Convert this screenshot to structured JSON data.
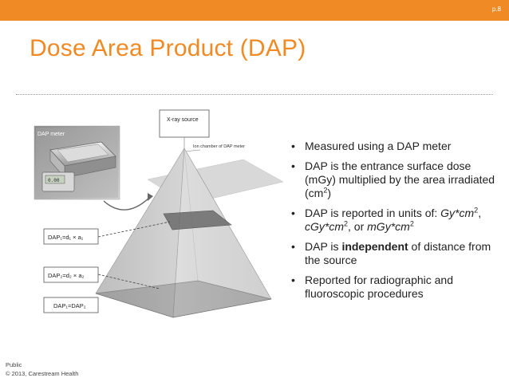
{
  "header": {
    "page_number": "p.8",
    "accent_color": "#ef8a24"
  },
  "slide": {
    "title": "Dose Area Product (DAP)"
  },
  "figure": {
    "dap_meter_label": "DAP meter",
    "meter_display": "0.00",
    "xray_source_label": "X-ray source",
    "ion_chamber_label": "Ion chamber of DAP meter",
    "formula_1": "DAP₁=d₁ × a₁",
    "formula_2": "DAP₂=d₂ × a₂",
    "formula_total": "DAP₁=DAP₂"
  },
  "bullets": {
    "b1": "Measured using a DAP meter",
    "b2_pre": "DAP is the entrance surface dose (mGy) multiplied by the area irradiated (cm",
    "b2_sup": "2",
    "b2_post": ")",
    "b3_pre": "DAP is reported in units of: ",
    "b3_u1": "Gy*cm",
    "b3_s1": "2",
    "b3_sep1": ", ",
    "b3_u2": "cGy*cm",
    "b3_s2": "2",
    "b3_sep2": ", or ",
    "b3_u3": "mGy*cm",
    "b3_s3": "2",
    "b4_pre": "DAP is ",
    "b4_bold": "independent",
    "b4_post": " of distance from the source",
    "b5": "Reported for radiographic and fluoroscopic procedures"
  },
  "footer": {
    "classification": "Public",
    "copyright": "© 2013, Carestream Health"
  }
}
